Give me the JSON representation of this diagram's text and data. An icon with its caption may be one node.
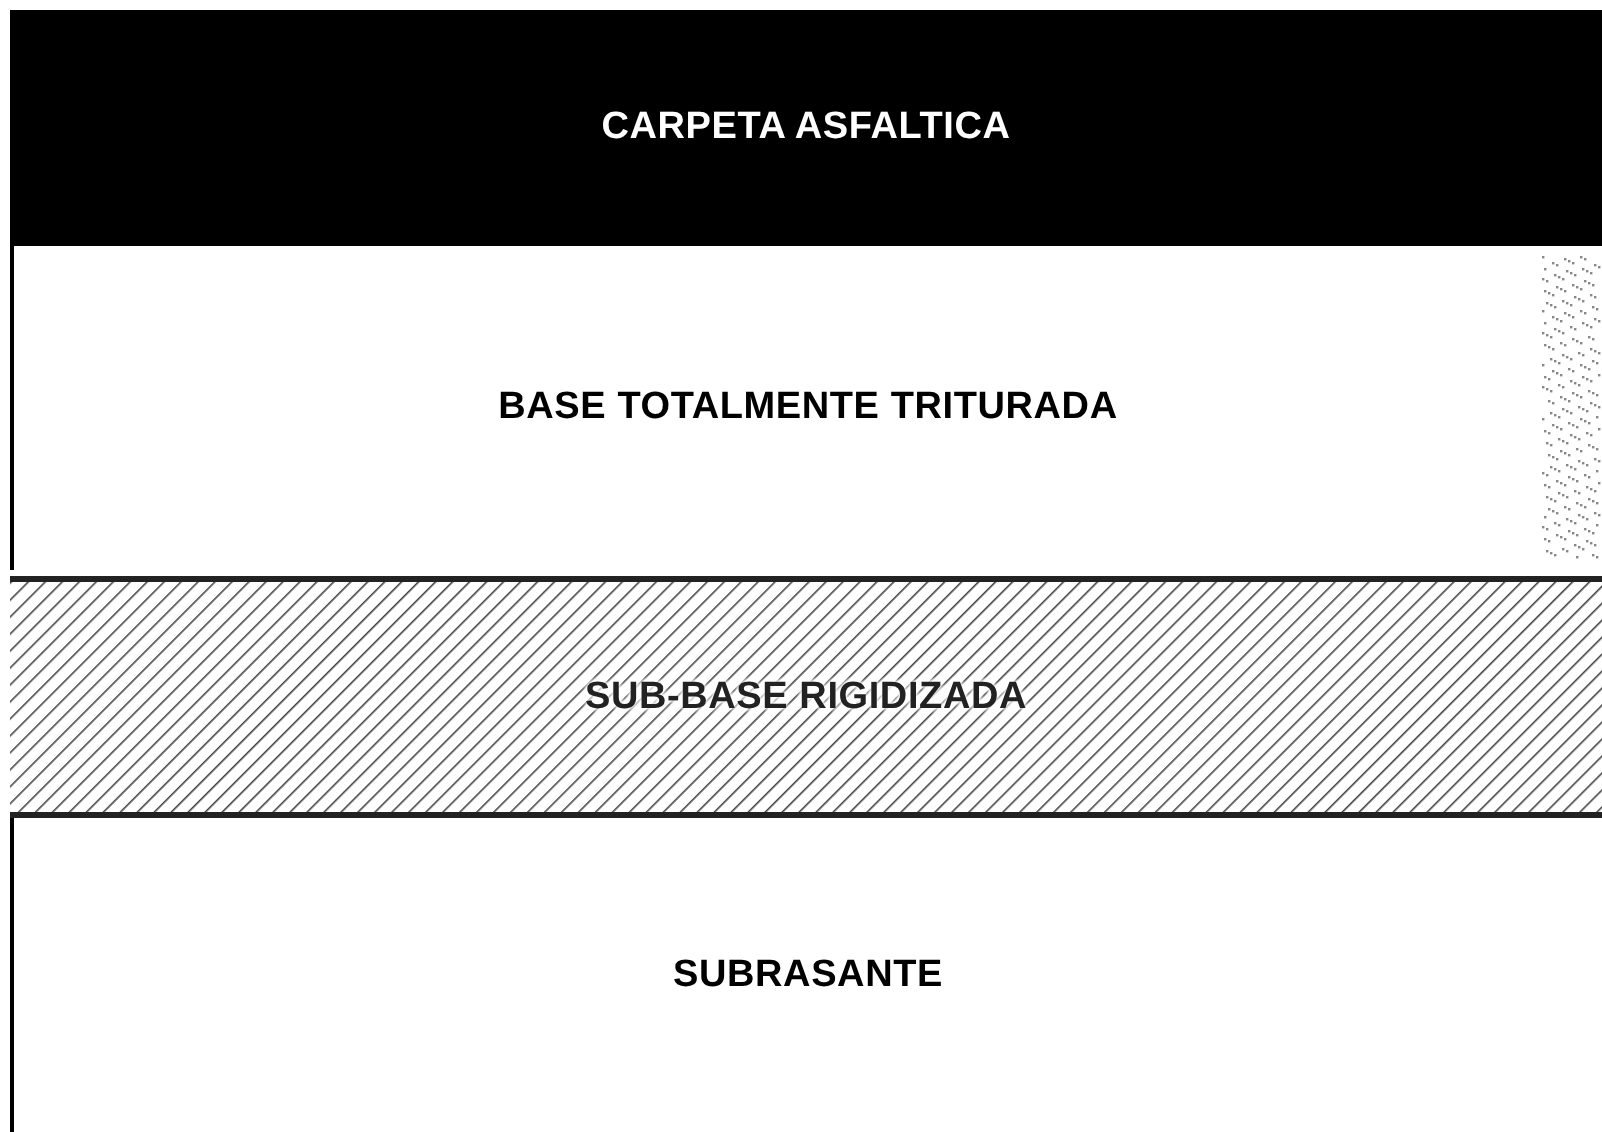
{
  "diagram": {
    "nodes": [
      {
        "text": [
          "CARPETA ASFALTICA"
        ]
      },
      {
        "text": [
          "BASE TOTALMENTE TRITURADA"
        ]
      },
      {
        "text": [
          "SUB-BASE RIGIDIZADA"
        ]
      },
      {
        "text": [
          "SUBRASANTE"
        ]
      }
    ]
  }
}
